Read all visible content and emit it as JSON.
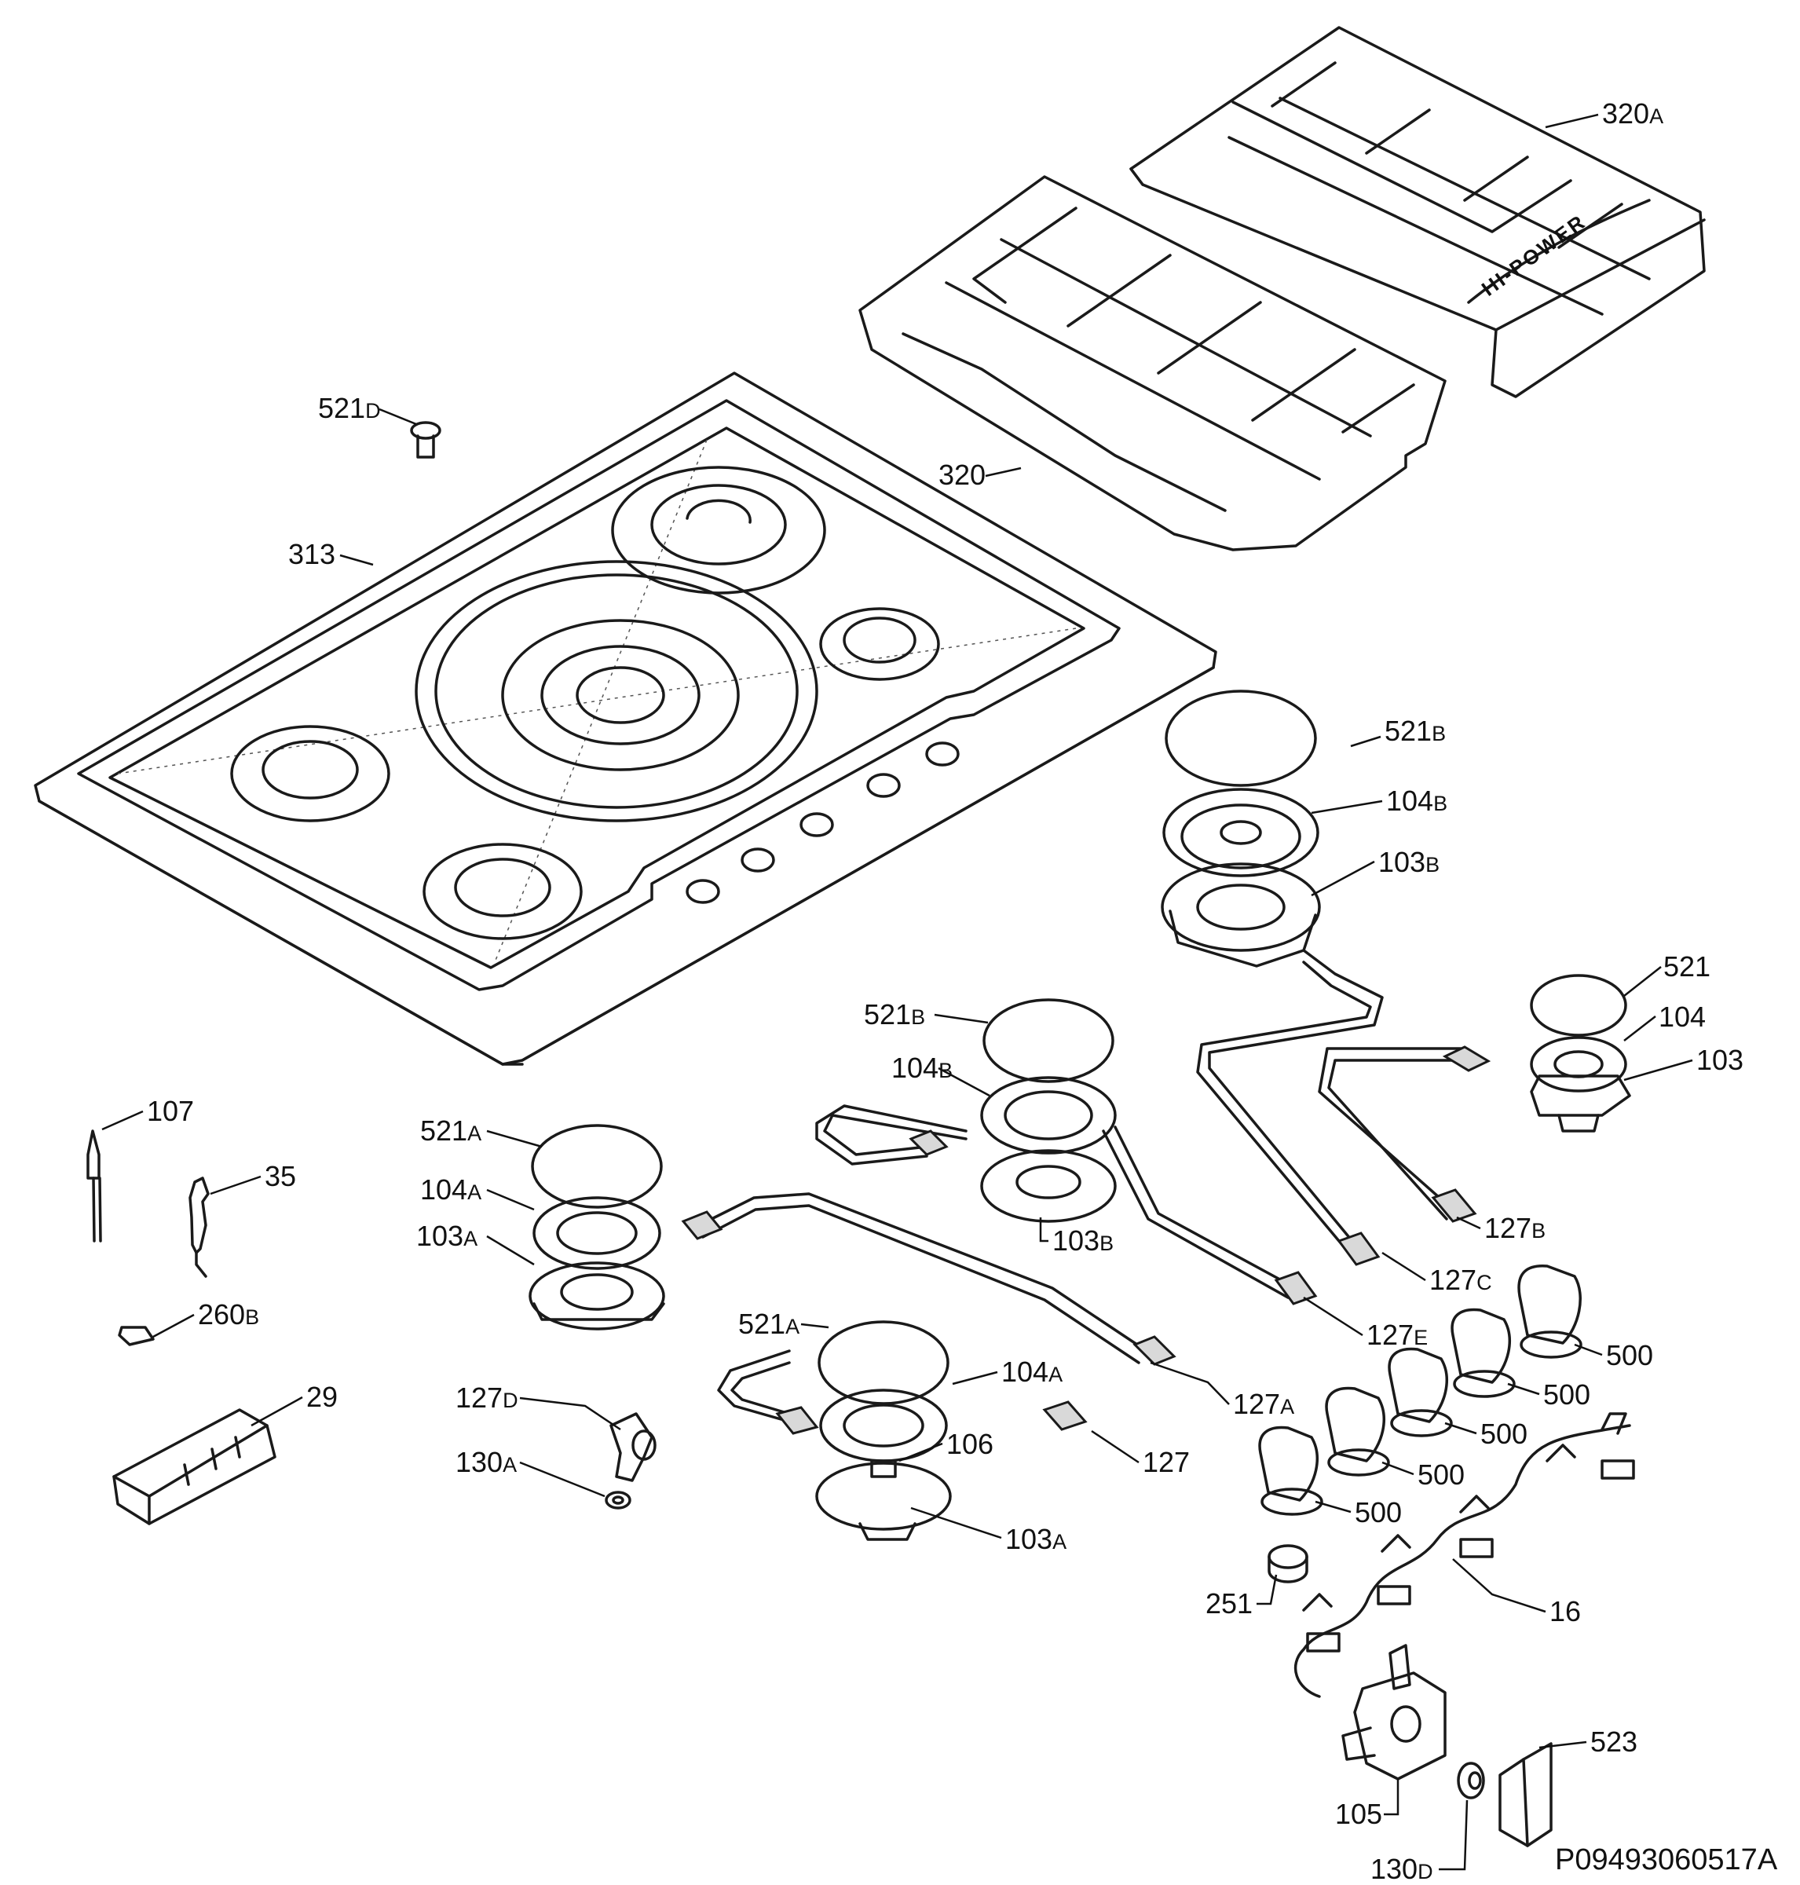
{
  "diagram": {
    "drawing_code": "P09493060517A",
    "grate_badge": "HI-POWER",
    "labels": [
      {
        "num": "320",
        "sfx": "A"
      },
      {
        "num": "320",
        "sfx": ""
      },
      {
        "num": "521",
        "sfx": "D"
      },
      {
        "num": "313",
        "sfx": ""
      },
      {
        "num": "521",
        "sfx": "B"
      },
      {
        "num": "104",
        "sfx": "B"
      },
      {
        "num": "103",
        "sfx": "B"
      },
      {
        "num": "521",
        "sfx": ""
      },
      {
        "num": "104",
        "sfx": ""
      },
      {
        "num": "103",
        "sfx": ""
      },
      {
        "num": "521",
        "sfx": "B"
      },
      {
        "num": "104",
        "sfx": "B"
      },
      {
        "num": "107",
        "sfx": ""
      },
      {
        "num": "35",
        "sfx": ""
      },
      {
        "num": "521",
        "sfx": "A"
      },
      {
        "num": "104",
        "sfx": "A"
      },
      {
        "num": "103",
        "sfx": "A"
      },
      {
        "num": "103",
        "sfx": "B"
      },
      {
        "num": "127",
        "sfx": "B"
      },
      {
        "num": "127",
        "sfx": "C"
      },
      {
        "num": "127",
        "sfx": "E"
      },
      {
        "num": "260",
        "sfx": "B"
      },
      {
        "num": "521",
        "sfx": "A"
      },
      {
        "num": "104",
        "sfx": "A"
      },
      {
        "num": "29",
        "sfx": ""
      },
      {
        "num": "127",
        "sfx": "D"
      },
      {
        "num": "127",
        "sfx": "A"
      },
      {
        "num": "500",
        "sfx": ""
      },
      {
        "num": "500",
        "sfx": ""
      },
      {
        "num": "106",
        "sfx": ""
      },
      {
        "num": "127",
        "sfx": ""
      },
      {
        "num": "500",
        "sfx": ""
      },
      {
        "num": "130",
        "sfx": "A"
      },
      {
        "num": "500",
        "sfx": ""
      },
      {
        "num": "500",
        "sfx": ""
      },
      {
        "num": "103",
        "sfx": "A"
      },
      {
        "num": "251",
        "sfx": ""
      },
      {
        "num": "16",
        "sfx": ""
      },
      {
        "num": "523",
        "sfx": ""
      },
      {
        "num": "105",
        "sfx": ""
      },
      {
        "num": "130",
        "sfx": "D"
      }
    ]
  }
}
